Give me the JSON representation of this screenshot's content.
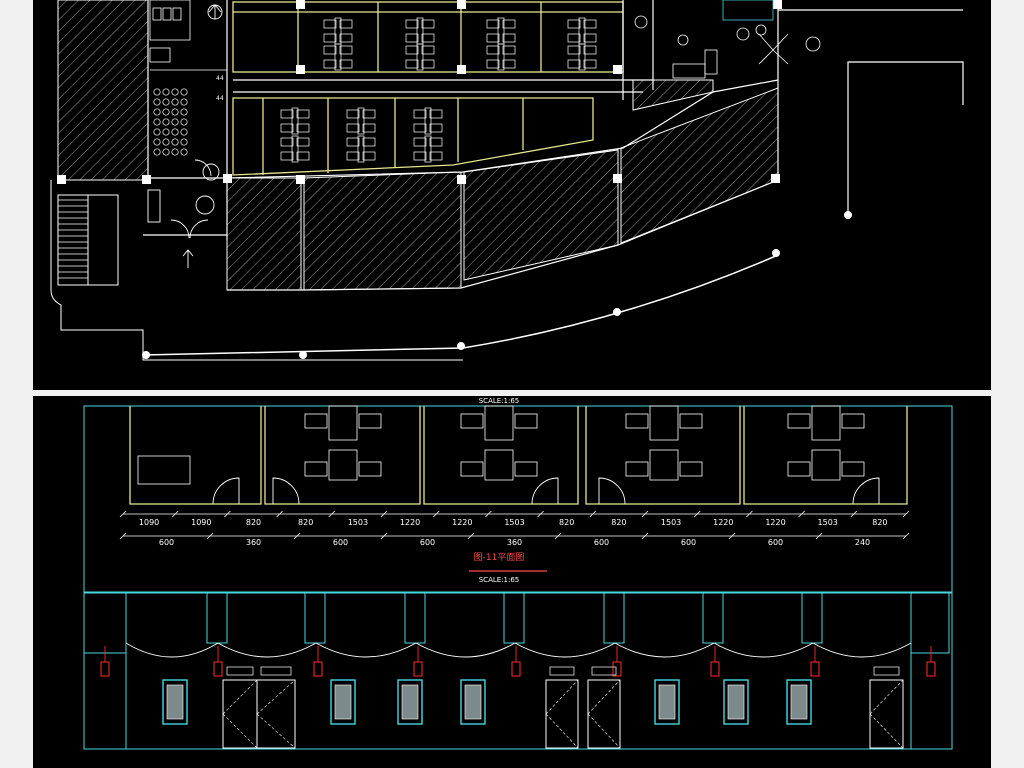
{
  "plan": {
    "room_labels": [
      "44",
      "44"
    ]
  },
  "section": {
    "scale_top": "SCALE:1:65",
    "caption": "图-11平面图",
    "scale_bottom": "SCALE:1:65",
    "dims_row1": [
      "1090",
      "1090",
      "820",
      "820",
      "1503",
      "1220",
      "1220",
      "1503",
      "820",
      "820",
      "1503",
      "1220",
      "1220",
      "1503",
      "820"
    ],
    "dims_row2": [
      "600",
      "360",
      "600",
      "600",
      "360",
      "600",
      "600",
      "600",
      "240"
    ]
  },
  "colors": {
    "background": "#000000",
    "wall": "#ffffff",
    "partition": "#e6e68c",
    "elevation_line": "#47d7e0",
    "light_fixture": "#ff2a2a",
    "door": "#ffffff"
  }
}
